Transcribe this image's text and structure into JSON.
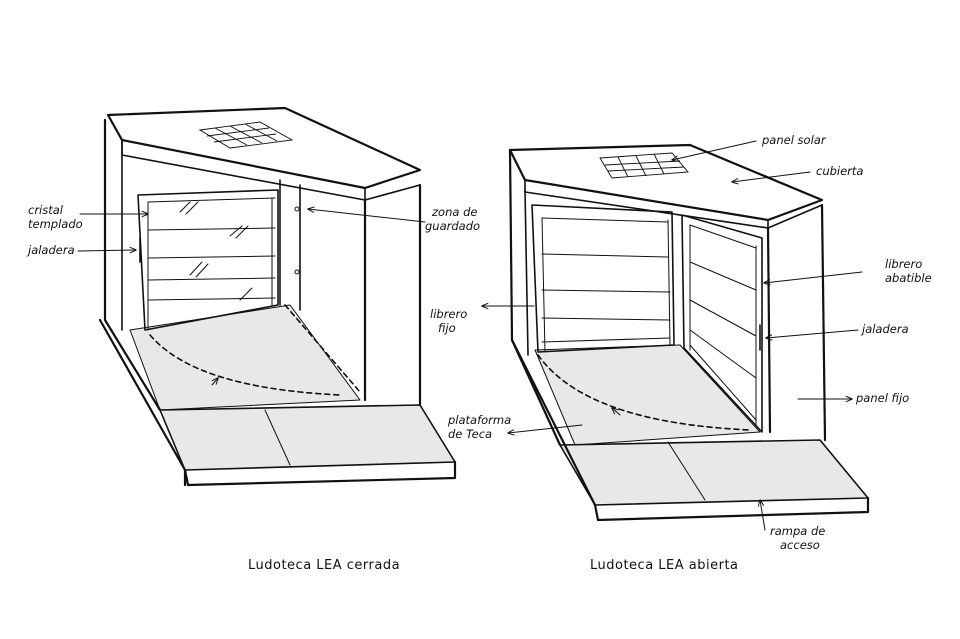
{
  "left": {
    "caption": "Ludoteca LEA cerrada",
    "labels": {
      "cristal_line1": "cristal",
      "cristal_line2": "templado",
      "jaladera": "jaladera",
      "zona_line1": "zona de",
      "zona_line2": "guardado",
      "librero_line1": "librero",
      "librero_line2": "fijo",
      "plataforma_line1": "plataforma",
      "plataforma_line2": "de Teca"
    }
  },
  "right": {
    "caption": "Ludoteca LEA abierta",
    "labels": {
      "panel_solar": "panel solar",
      "cubierta": "cubierta",
      "abatible_line1": "librero",
      "abatible_line2": "abatible",
      "jaladera": "jaladera",
      "panel_fijo": "panel fijo",
      "rampa_line1": "rampa de",
      "rampa_line2": "acceso"
    }
  }
}
